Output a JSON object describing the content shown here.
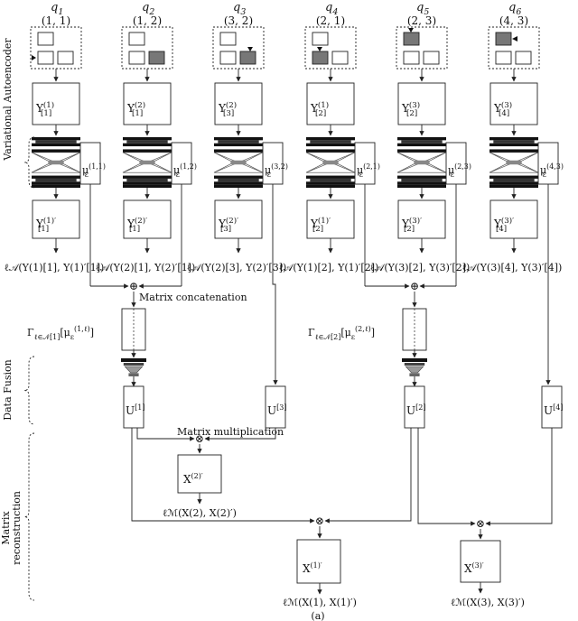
{
  "columns": [
    {
      "q": "q",
      "qsub": "1",
      "coord": "(1, 1)",
      "Y": "Y",
      "Ysup": "(1)",
      "Ysub": "[1]",
      "Yp": "Y",
      "Ypsup": "(1)′",
      "Ypsub": "[1]",
      "mu": "μ",
      "musub": "ε",
      "musup": "(1,1)",
      "loss": "ℓ𝒜(Y(1)[1], Y(1)′[1])",
      "filled": [
        false,
        false,
        false
      ],
      "arrow": "left"
    },
    {
      "q": "q",
      "qsub": "2",
      "coord": "(1, 2)",
      "Y": "Y",
      "Ysup": "(2)",
      "Ysub": "[1]",
      "Yp": "Y",
      "Ypsup": "(2)′",
      "Ypsub": "[1]",
      "mu": "μ",
      "musub": "ε",
      "musup": "(1,2)",
      "loss": "ℓ𝒜(Y(2)[1], Y(2)′[1])",
      "filled": [
        false,
        false,
        true
      ],
      "arrow": "none"
    },
    {
      "q": "q",
      "qsub": "3",
      "coord": "(3, 2)",
      "Y": "Y",
      "Ysup": "(2)",
      "Ysub": "[3]",
      "Yp": "Y",
      "Ypsup": "(2)′",
      "Ypsub": "[3]",
      "mu": "μ",
      "musub": "ε",
      "musup": "(3,2)",
      "loss": "ℓ𝒜(Y(2)[3], Y(2)′[3])",
      "filled": [
        false,
        false,
        true
      ],
      "arrow": "top-right"
    },
    {
      "q": "q",
      "qsub": "4",
      "coord": "(2, 1)",
      "Y": "Y",
      "Ysup": "(1)",
      "Ysub": "[2]",
      "Yp": "Y",
      "Ypsup": "(1)′",
      "Ypsub": "[2]",
      "mu": "μ",
      "musub": "ε",
      "musup": "(2,1)",
      "loss": "ℓ𝒜(Y(1)[2], Y(1)′[2])",
      "filled": [
        false,
        true,
        false
      ],
      "arrow": "top-left"
    },
    {
      "q": "q",
      "qsub": "5",
      "coord": "(2, 3)",
      "Y": "Y",
      "Ysup": "(3)",
      "Ysub": "[2]",
      "Yp": "Y",
      "Ypsup": "(3)′",
      "Ypsub": "[2]",
      "mu": "μ",
      "musub": "ε",
      "musup": "(2,3)",
      "loss": "ℓ𝒜(Y(3)[2], Y(3)′[2])",
      "filled": [
        true,
        false,
        false
      ],
      "arrow": "top"
    },
    {
      "q": "q",
      "qsub": "6",
      "coord": "(4, 3)",
      "Y": "Y",
      "Ysup": "(3)",
      "Ysub": "[4]",
      "Yp": "Y",
      "Ypsup": "(3)′",
      "Ypsub": "[4]",
      "mu": "μ",
      "musub": "ε",
      "musup": "(4,3)",
      "loss": "ℓ𝒜(Y(3)[4], Y(3)′[4])",
      "filled": [
        true,
        false,
        false
      ],
      "arrow": "right"
    }
  ],
  "sections": {
    "vae": "Variational Autoencoder",
    "fusion": "Data Fusion",
    "recon1": "Matrix",
    "recon2": "reconstruction"
  },
  "labels": {
    "concat": "Matrix concatenation",
    "mult": "Matrix multiplication",
    "gamma1": "Γ",
    "gamma1sub": "ℓ∈𝒩[1]",
    "gamma1arg": "[μ",
    "gamma1argsub": "ε",
    "gamma1argsup": "(1,ℓ)",
    "gamma2sub": "ℓ∈𝒩[2]",
    "gamma2argsup": "(2,ℓ)",
    "close": "]",
    "U1": "U",
    "U1sup": "[1]",
    "U2": "U",
    "U2sup": "[2]",
    "U3": "U",
    "U3sup": "[3]",
    "U4": "U",
    "U4sup": "[4]",
    "X2": "X",
    "X2sup": "(2)′",
    "X1": "X",
    "X1sup": "(1)′",
    "X3": "X",
    "X3sup": "(3)′",
    "lossX2": "ℓℳ(X(2), X(2)′)",
    "lossX1": "ℓℳ(X(1), X(1)′)",
    "lossX3": "ℓℳ(X(3), X(3)′)",
    "oplus": "⊕",
    "otimes": "⊗",
    "caption": "(a)"
  }
}
